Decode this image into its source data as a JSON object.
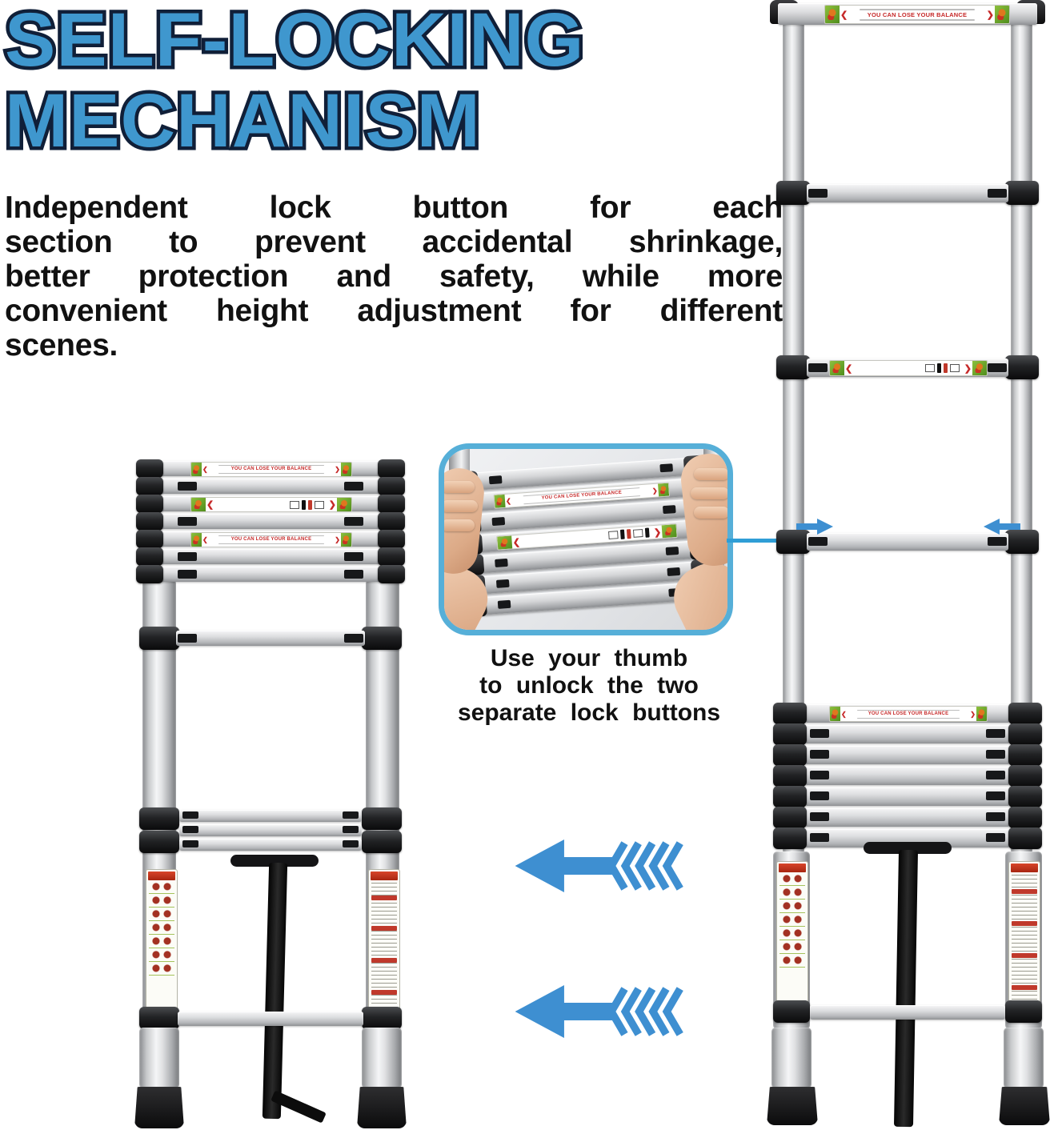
{
  "title": {
    "line1": "SELF-LOCKING",
    "line2": "MECHANISM"
  },
  "description": {
    "lines": [
      "Independent lock button for each",
      "section to prevent accidental shrinkage,",
      "better protection and safety, while more",
      "convenient height adjustment for different",
      "scenes."
    ]
  },
  "inset": {
    "caption_lines": [
      "Use your thumb",
      "to unlock the two",
      "separate lock buttons"
    ]
  },
  "labels": {
    "balance_warning": "YOU CAN LOSE YOUR BALANCE"
  },
  "colors": {
    "title_blue": "#3F97CE",
    "title_outline": "#101F38",
    "text_black": "#111111",
    "arrow_blue": "#3E8FD1",
    "inset_border": "#56AFD8",
    "callout_blue": "#2F9ED6",
    "label_red": "#C62828"
  }
}
